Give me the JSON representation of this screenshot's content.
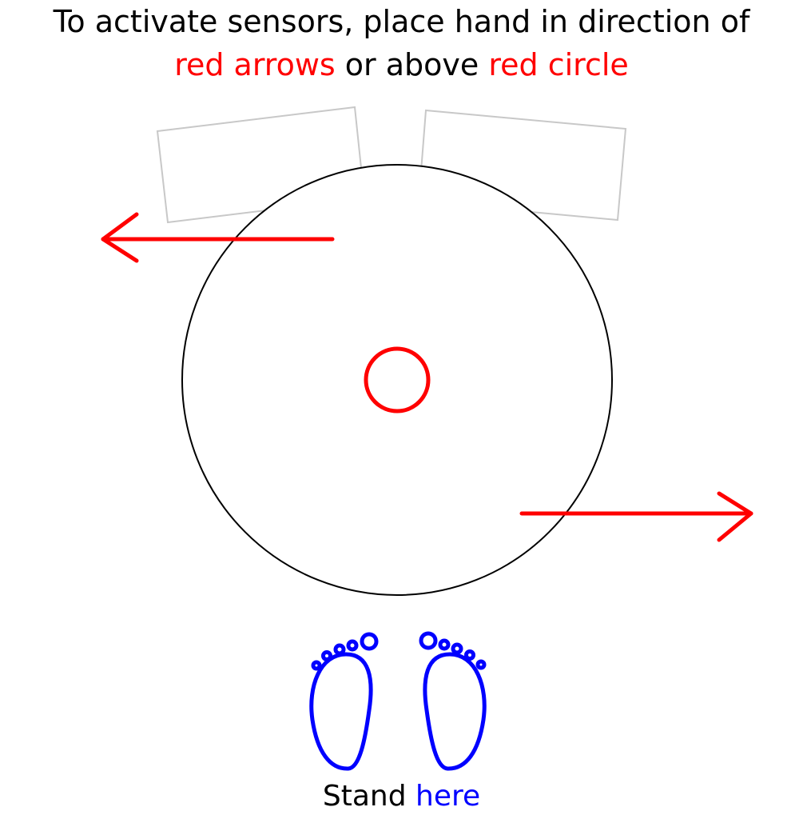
{
  "instruction": {
    "line1": "To activate sensors, place hand in direction of",
    "line2_part1": "red arrows",
    "line2_part2": " or above ",
    "line2_part3": "red circle"
  },
  "footer": {
    "part1": "Stand ",
    "part2": "here"
  },
  "colors": {
    "accent": "#ff0000",
    "feet": "#0000ff",
    "outline": "#000000",
    "sensor_box": "#c8c8c8"
  },
  "icons": {
    "arrows": [
      "arrow-left-icon",
      "arrow-right-icon"
    ],
    "target": "red-circle-icon",
    "feet": [
      "left-foot-icon",
      "right-foot-icon"
    ]
  }
}
